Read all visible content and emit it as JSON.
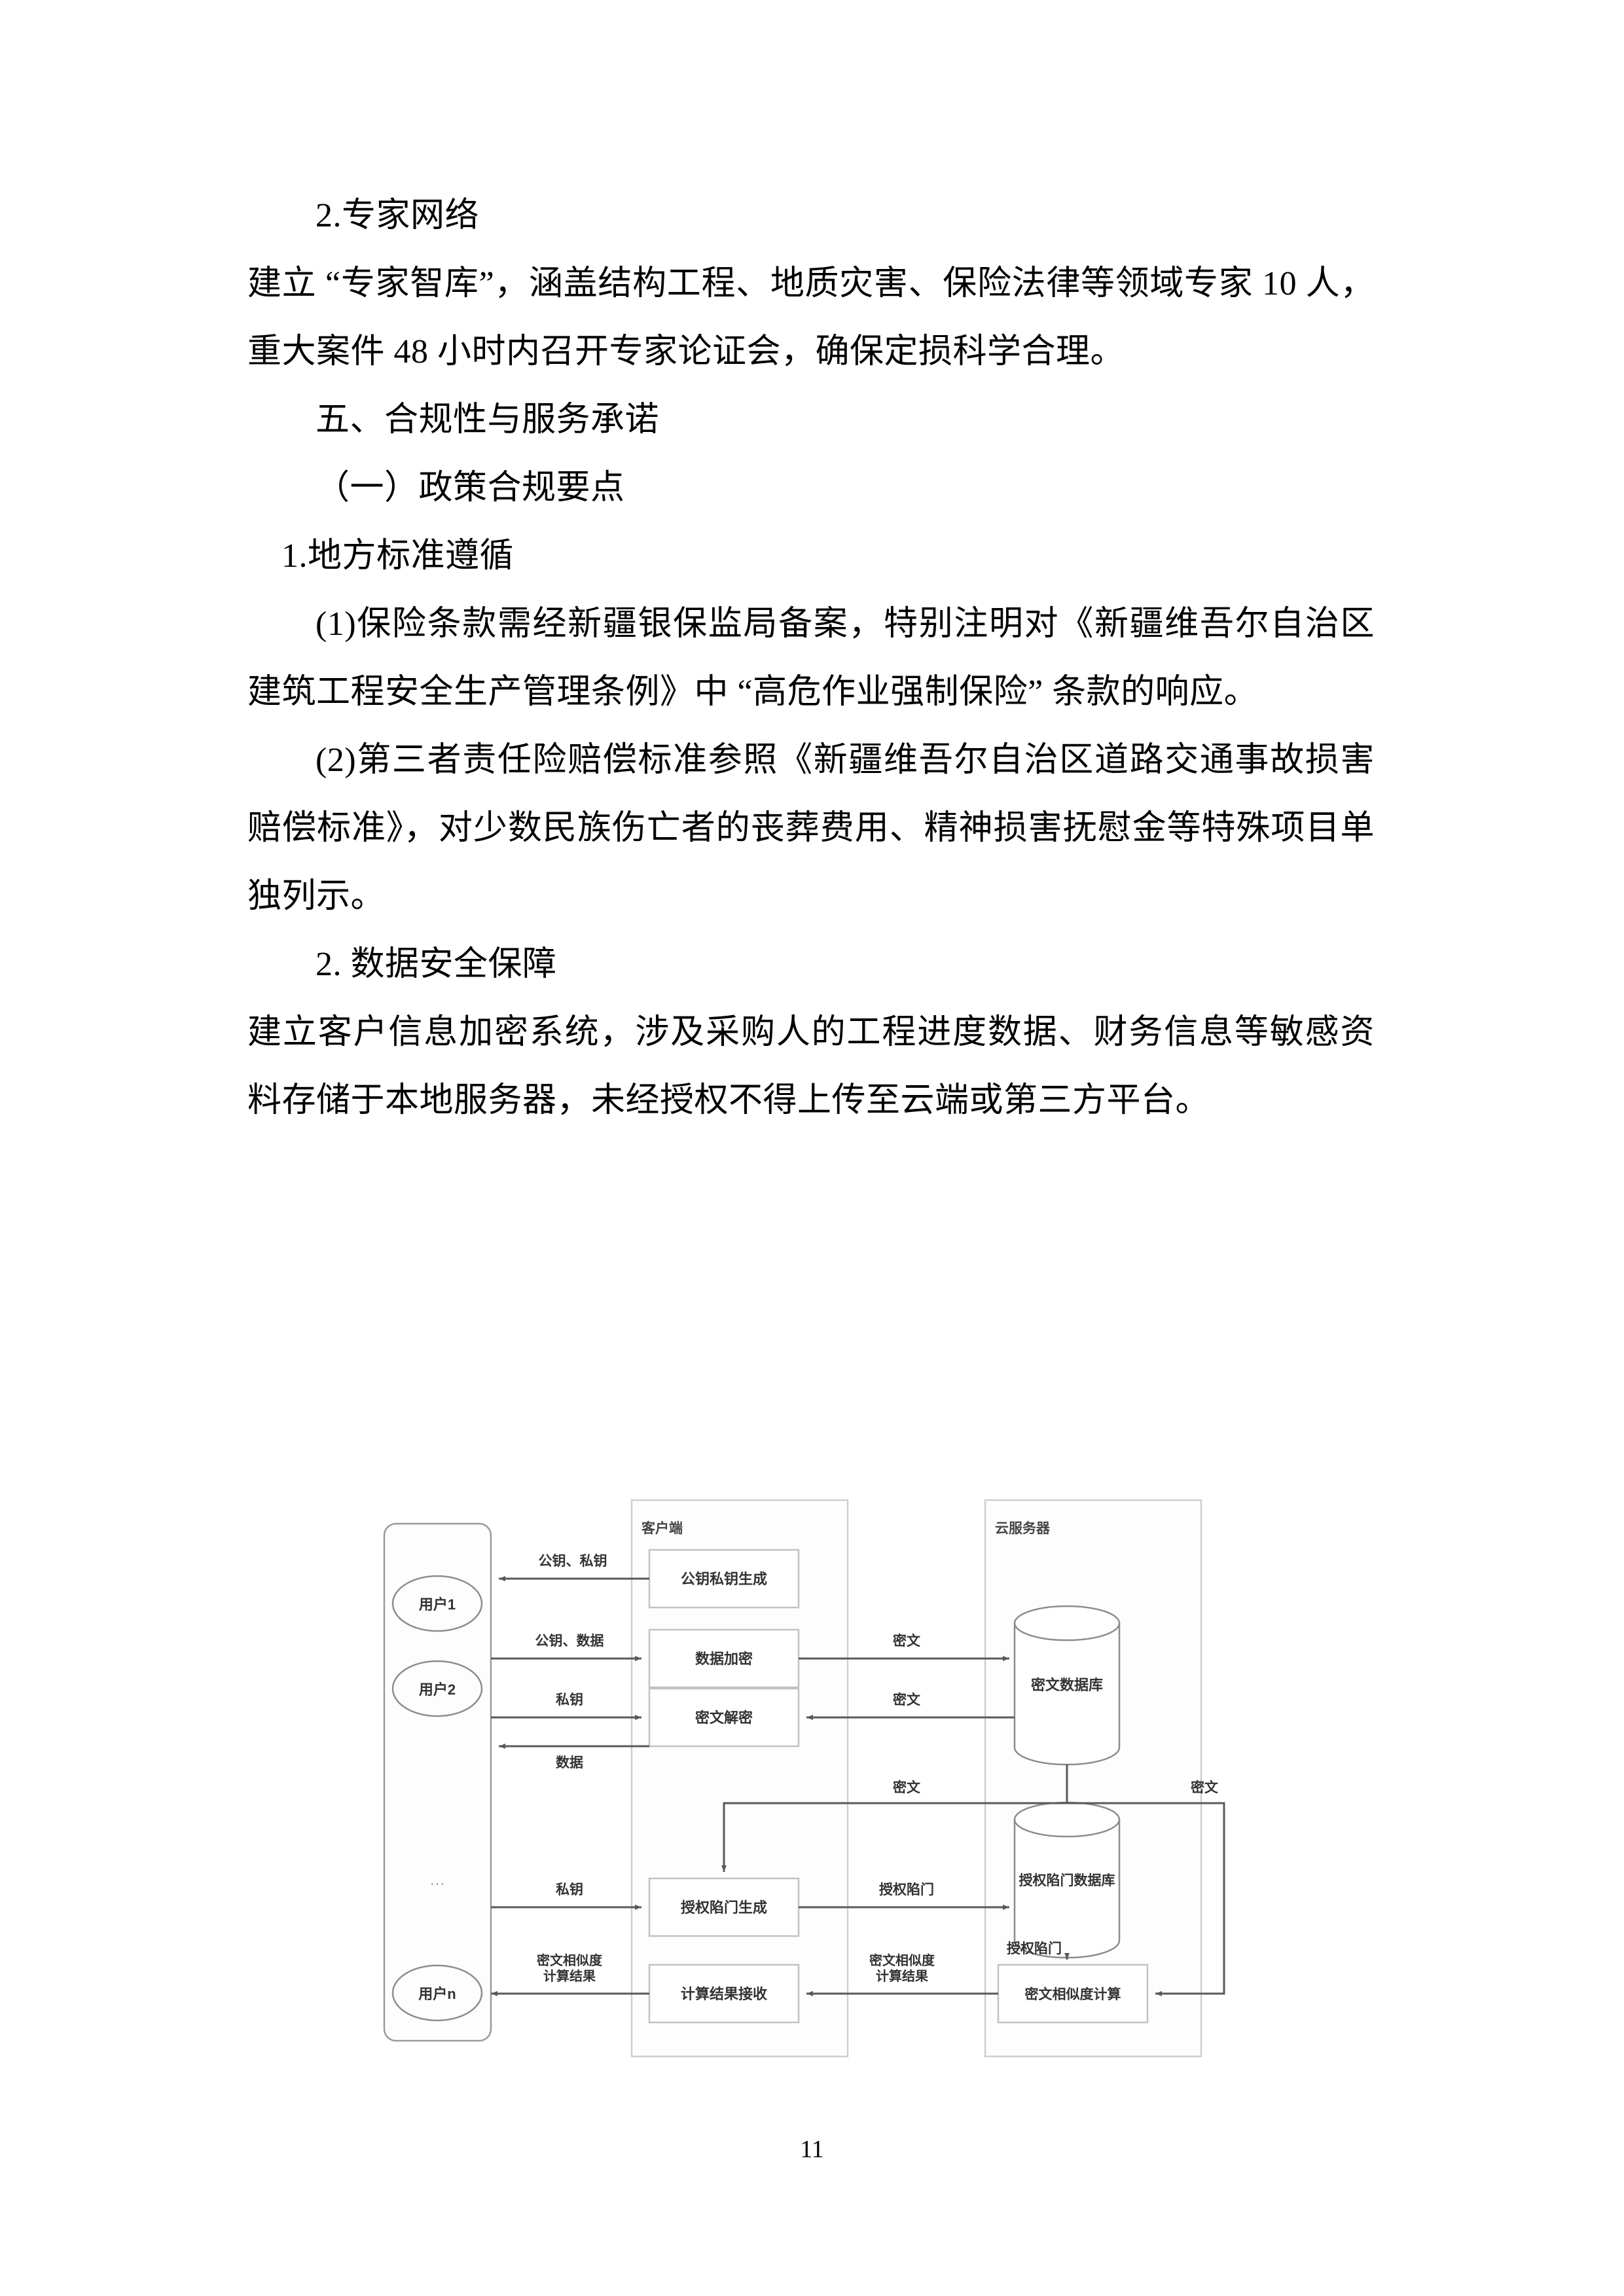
{
  "document": {
    "page_number": "11",
    "paragraphs": [
      {
        "id": "p1",
        "indent": "indent",
        "text": "2.专家网络"
      },
      {
        "id": "p2",
        "indent": "noindent",
        "text": "建立 “专家智库”，涵盖结构工程、地质灾害、保险法律等领域专家 10 人，重大案件 48 小时内召开专家论证会，确保定损科学合理。"
      },
      {
        "id": "p3",
        "indent": "indent",
        "text": "五、合规性与服务承诺"
      },
      {
        "id": "p4",
        "indent": "indent",
        "text": "（一）政策合规要点"
      },
      {
        "id": "p5",
        "indent": "indent-half",
        "text": "1.地方标准遵循"
      },
      {
        "id": "p6",
        "indent": "indent",
        "text": "(1)保险条款需经新疆银保监局备案，特别注明对《新疆维吾尔自治区建筑工程安全生产管理条例》中 “高危作业强制保险” 条款的响应。"
      },
      {
        "id": "p7",
        "indent": "indent",
        "text": "(2)第三者责任险赔偿标准参照《新疆维吾尔自治区道路交通事故损害赔偿标准》，对少数民族伤亡者的丧葬费用、精神损害抚慰金等特殊项目单独列示。"
      },
      {
        "id": "p8",
        "indent": "indent",
        "text": "2. 数据安全保障"
      },
      {
        "id": "p9",
        "indent": "noindent",
        "text": "建立客户信息加密系统，涉及采购人的工程进度数据、财务信息等敏感资料存储于本地服务器，未经授权不得上传至云端或第三方平台。"
      }
    ]
  },
  "figure": {
    "containers": {
      "users_panel": "",
      "client_panel_label": "客户端",
      "cloud_panel_label": "云服务器"
    },
    "users": [
      {
        "id": "user1",
        "label": "用户1"
      },
      {
        "id": "user2",
        "label": "用户2"
      },
      {
        "id": "ellipsis",
        "label": "…"
      },
      {
        "id": "usern",
        "label": "用户n"
      }
    ],
    "client_nodes": [
      {
        "id": "keygen",
        "label": "公钥私钥生成"
      },
      {
        "id": "encrypt",
        "label": "数据加密"
      },
      {
        "id": "decrypt",
        "label": "密文解密"
      },
      {
        "id": "trapdoor",
        "label": "授权陷门生成"
      },
      {
        "id": "recvres",
        "label": "计算结果接收"
      }
    ],
    "cloud_nodes": [
      {
        "id": "cipherdb",
        "label": "密文数据库",
        "shape": "cylinder"
      },
      {
        "id": "trapdoordb",
        "label": "授权陷门数据库",
        "shape": "cylinder"
      },
      {
        "id": "simcalc",
        "label": "密文相似度计算",
        "shape": "rect"
      }
    ],
    "edge_labels": {
      "keys": "公钥、私钥",
      "pubkey_data": "公钥、数据",
      "privkey_1": "私钥",
      "data_back": "数据",
      "cipher_up": "密文",
      "cipher_down": "密文",
      "cipher_mid": "密文",
      "cipher_right": "密文",
      "privkey_2": "私钥",
      "trapdoor_1": "授权陷门",
      "trapdoor_2": "授权陷门",
      "simresult_1": "密文相似度\n计算结果",
      "simresult_2": "密文相似度\n计算结果"
    },
    "colors": {
      "node_stroke": "#b9b9b9",
      "panel_stroke": "#cfcfcf",
      "cyl_stroke": "#808080",
      "arrow": "#595959",
      "text": "#333333"
    }
  }
}
